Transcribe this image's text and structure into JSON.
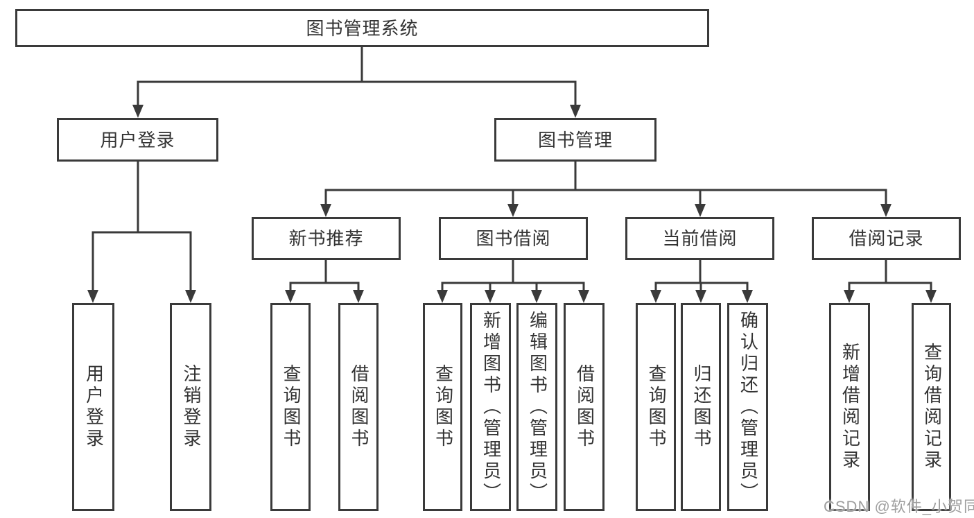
{
  "tree": {
    "root": {
      "label": "图书管理系统"
    },
    "children": [
      {
        "label": "用户登录",
        "children": [
          {
            "label": "用户登录"
          },
          {
            "label": "注销登录"
          }
        ]
      },
      {
        "label": "图书管理",
        "children": [
          {
            "label": "新书推荐",
            "children": [
              {
                "label": "查询图书"
              },
              {
                "label": "借阅图书"
              }
            ]
          },
          {
            "label": "图书借阅",
            "children": [
              {
                "label": "查询图书"
              },
              {
                "label": "新增图书（管理员）"
              },
              {
                "label": "编辑图书（管理员）"
              },
              {
                "label": "借阅图书"
              }
            ]
          },
          {
            "label": "当前借阅",
            "children": [
              {
                "label": "查询图书"
              },
              {
                "label": "归还图书"
              },
              {
                "label": "确认归还（管理员）"
              }
            ]
          },
          {
            "label": "借阅记录",
            "children": [
              {
                "label": "新增借阅记录"
              },
              {
                "label": "查询借阅记录"
              }
            ]
          }
        ]
      }
    ]
  },
  "watermark": {
    "text": "CSDN @软件_小贺同学"
  },
  "colors": {
    "line": "#3a3a3a",
    "text": "#333333",
    "watermark": "#9e9e9e",
    "background": "#ffffff"
  }
}
